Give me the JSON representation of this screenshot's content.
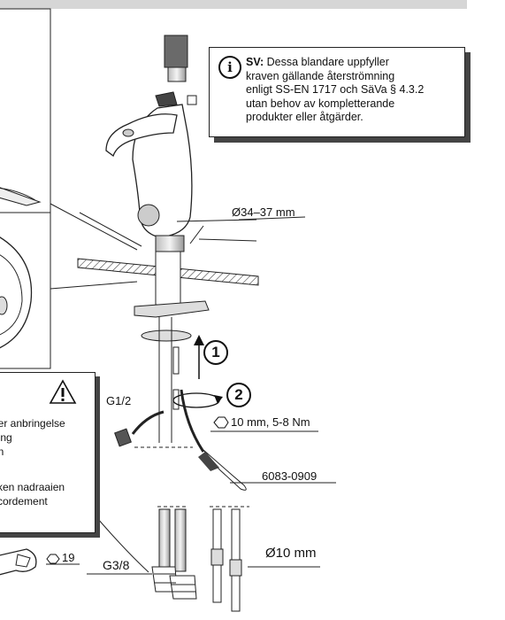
{
  "note": {
    "bold": "SV:",
    "lines": [
      "Dessa blandare uppfyller",
      "kraven gällande återströmning",
      "enligt SS-EN 1717 och SäVa § 4.3.2",
      "utan behov av kompletterande",
      "produkter eller åtgärder."
    ],
    "icon": "info-icon"
  },
  "warning": {
    "icon": "warning-triangle-icon",
    "lines": [
      "tter anbringelse",
      "ning",
      "en",
      "kken nadraaien",
      "ccordement"
    ]
  },
  "labels": {
    "hole_diameter": "Ø34–37 mm",
    "step1": "1",
    "step2": "2",
    "torque": "10 mm, 5-8 Nm",
    "g12": "G1/2",
    "part_no": "6083-0909",
    "g38": "G3/8",
    "wrench": "19",
    "pipe_diameter": "Ø10 mm"
  }
}
